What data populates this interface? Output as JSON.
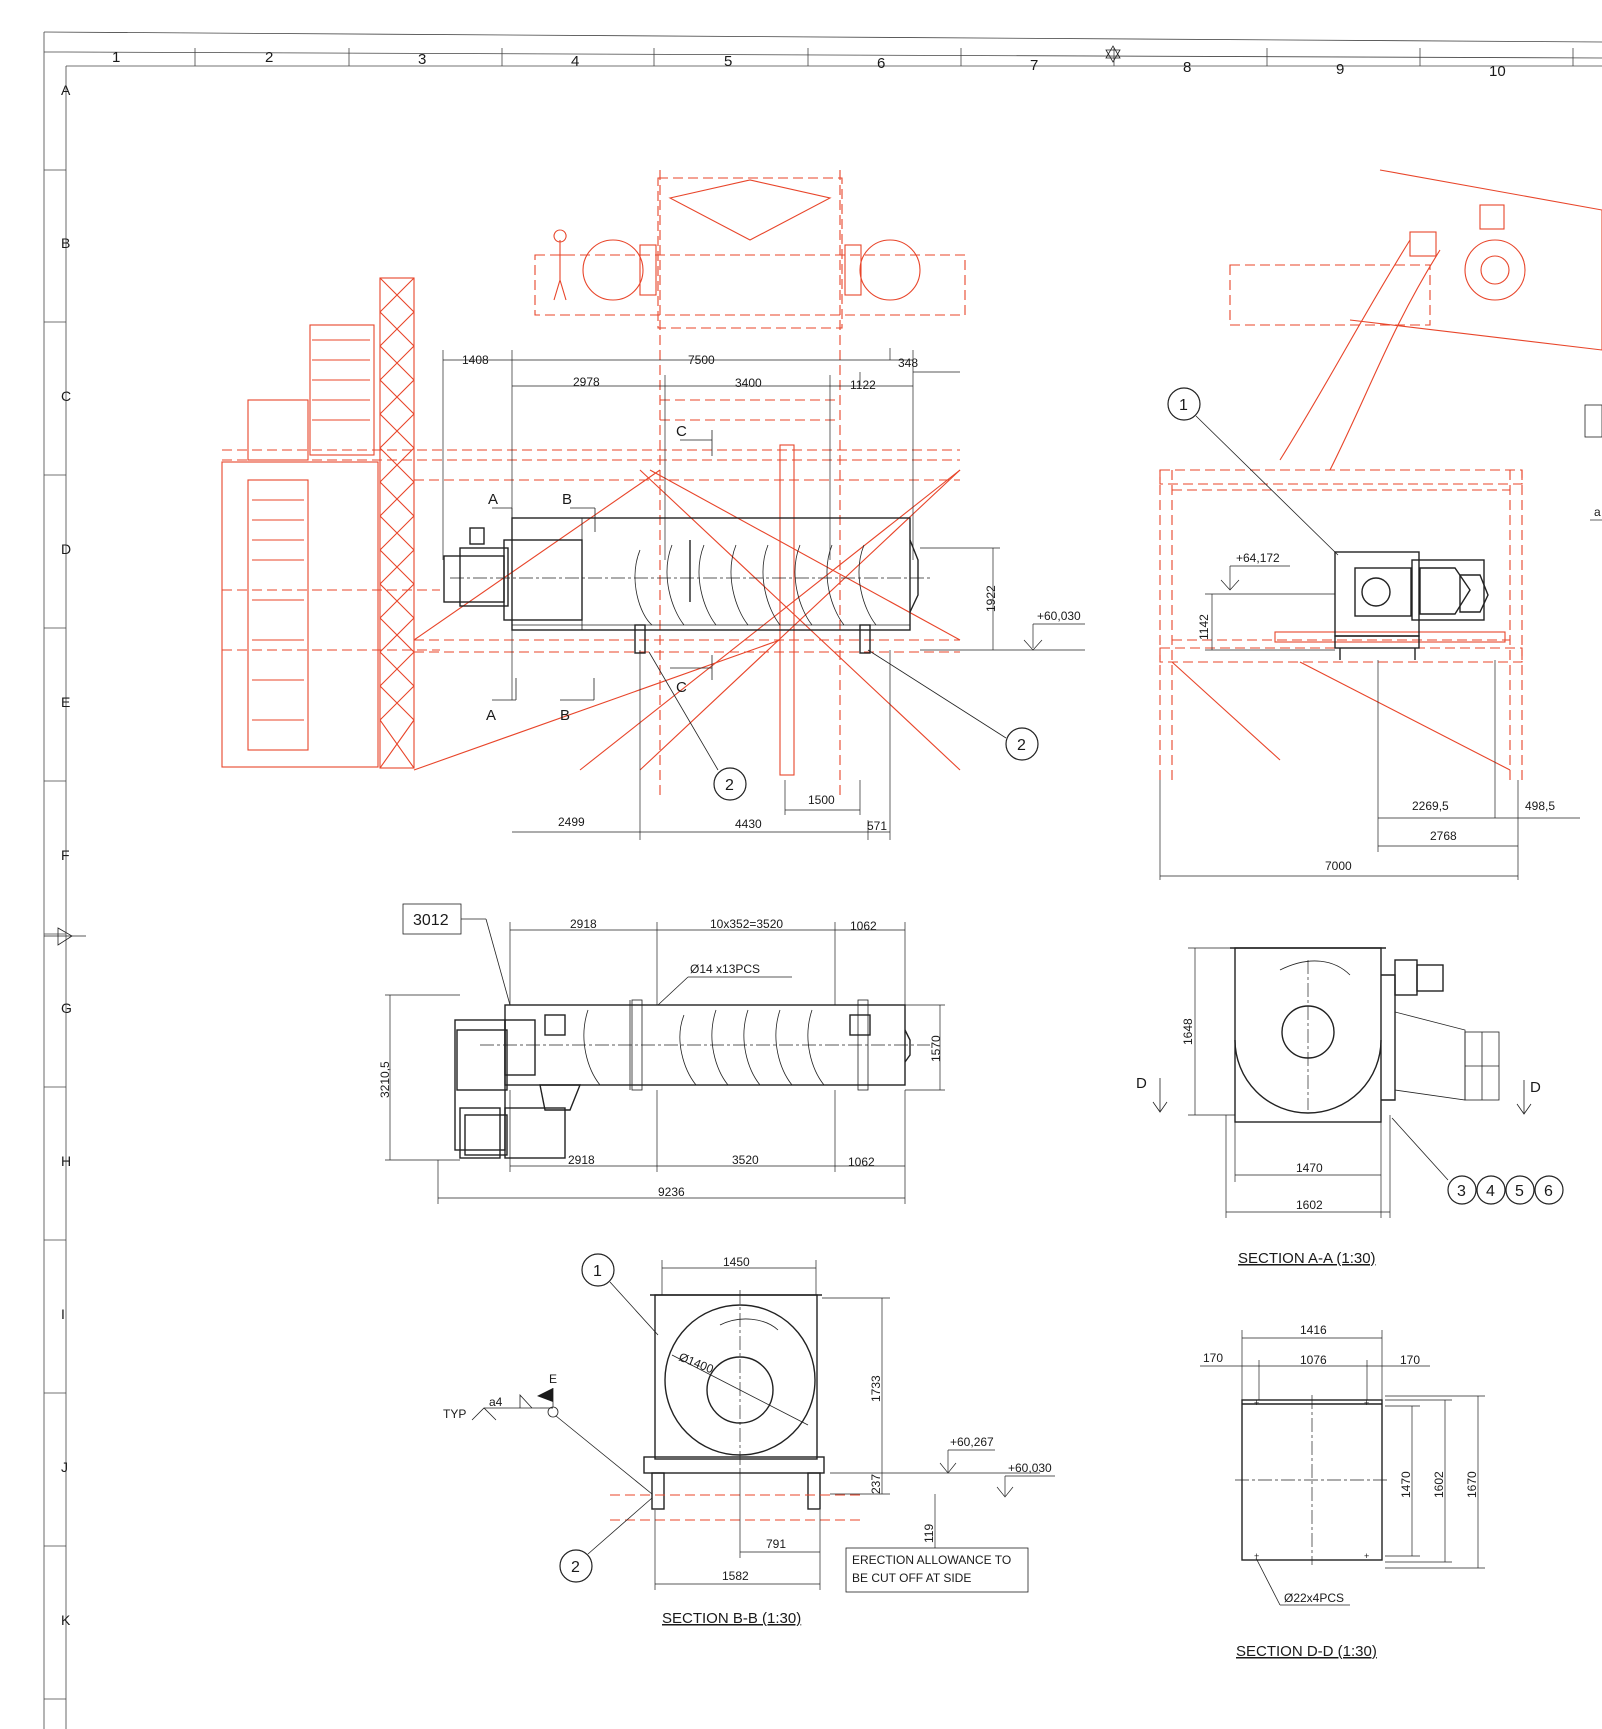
{
  "sheet": {
    "columns": [
      "1",
      "2",
      "3",
      "4",
      "5",
      "6",
      "7",
      "8",
      "9",
      "10"
    ],
    "rows": [
      "A",
      "B",
      "C",
      "D",
      "E",
      "F",
      "G",
      "H",
      "I",
      "J",
      "K"
    ]
  },
  "top_view": {
    "dims": {
      "d1408": "1408",
      "d7500": "7500",
      "d348": "348",
      "d2978": "2978",
      "d3400": "3400",
      "d1122": "1122",
      "d1922": "1922",
      "elev": "+60,030",
      "d2499": "2499",
      "d4430": "4430",
      "d571": "571",
      "d1500": "1500"
    },
    "section_marks": {
      "a": "A",
      "b": "B",
      "c": "C"
    },
    "balloon": "2"
  },
  "side_view": {
    "balloon_1": "1",
    "elev": "+64,172",
    "d1142": "1142",
    "d2269": "2269,5",
    "d498": "498,5",
    "d2768": "2768",
    "d7000": "7000",
    "partial_label": "a",
    "balloon_2": "2"
  },
  "plan_view": {
    "tag": "3012",
    "d2918": "2918",
    "d_pitch": "10x352=3520",
    "d1062": "1062",
    "holes": "Ø14  x13PCS",
    "d3210": "3210,5",
    "d1570": "1570",
    "d3520": "3520",
    "d9236": "9236"
  },
  "section_aa": {
    "d1648": "1648",
    "d_mark": "D",
    "d1470": "1470",
    "d1602": "1602",
    "balloons": [
      "3",
      "4",
      "5",
      "6"
    ],
    "title": "SECTION A-A (1:30)"
  },
  "section_bb": {
    "balloon_1": "1",
    "d1450": "1450",
    "dia": "Ø1400",
    "d1733": "1733",
    "typ": "TYP",
    "weld": "a4",
    "flag": "E",
    "elev1": "+60,267",
    "elev2": "+60,030",
    "d237": "237",
    "d119": "119",
    "d791": "791",
    "d1582": "1582",
    "note_line1": "ERECTION ALLOWANCE TO",
    "note_line2": "BE CUT OFF AT SIDE",
    "balloon_2": "2",
    "title": "SECTION B-B (1:30)"
  },
  "section_dd": {
    "d1416": "1416",
    "d170": "170",
    "d1076": "1076",
    "d1470": "1470",
    "d1602": "1602",
    "d1670": "1670",
    "holes": "Ø22x4PCS",
    "title": "SECTION D-D (1:30)"
  }
}
